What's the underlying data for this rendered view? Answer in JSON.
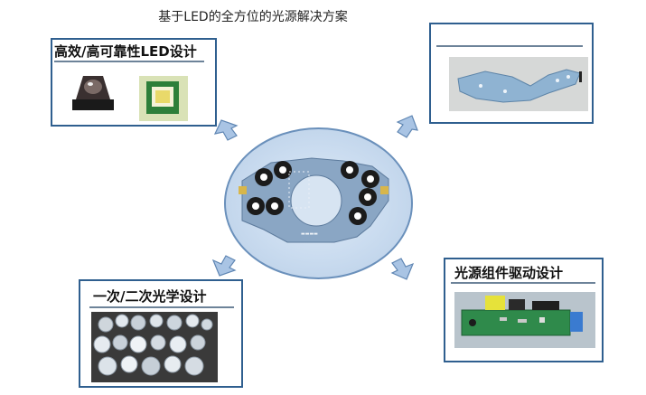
{
  "diagram": {
    "title": "基于LED的全方位的光源解决方案",
    "center": {
      "image_label": "aluminum-pcb-led-module"
    },
    "panels": [
      {
        "id": "p1",
        "title": "高效/高可靠性LED设计",
        "images": [
          "dome-led-package",
          "ceramic-led-chip"
        ]
      },
      {
        "id": "p2",
        "title": "",
        "images": [
          "heatsink-plate"
        ]
      },
      {
        "id": "p3",
        "title": "一次/二次光学设计",
        "images": [
          "led-lenses-collection"
        ]
      },
      {
        "id": "p4",
        "title": "光源组件驱动设计",
        "images": [
          "led-driver-board"
        ]
      }
    ]
  },
  "colors": {
    "panel_border": "#2f5f8f",
    "arrow_fill": "#a9c4e4",
    "arrow_stroke": "#5f86b3",
    "center_fill": "#c9dbef",
    "pcb_blue": "#8aa6c4",
    "driver_green": "#2f8a4b"
  }
}
